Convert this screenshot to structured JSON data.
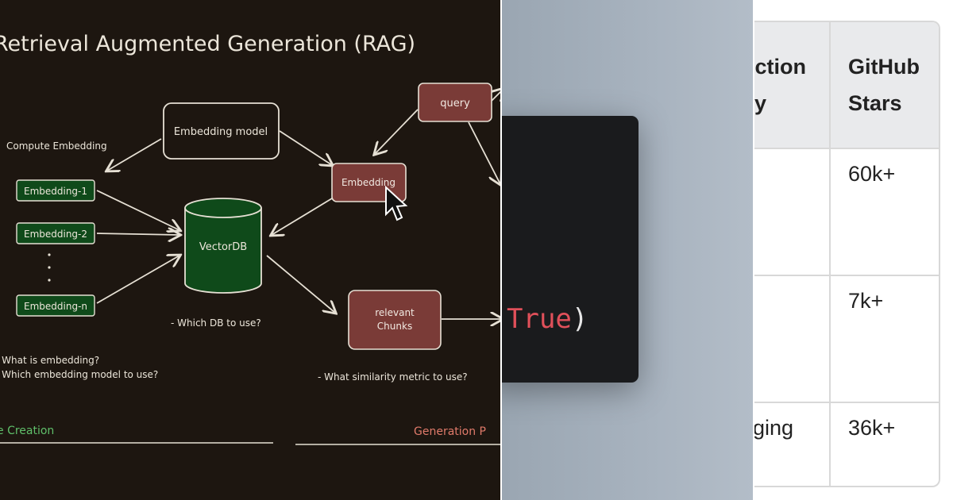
{
  "diagram": {
    "title": "Retrieval Augmented Generation (RAG)",
    "nodes": {
      "query": "query",
      "embedding_model": "Embedding model",
      "embedding": "Embedding",
      "embedding_1": "Embedding-1",
      "embedding_2": "Embedding-2",
      "embedding_n": "Embedding-n",
      "vectordb": "VectorDB",
      "relevant_chunks_line1": "relevant",
      "relevant_chunks_line2": "Chunks"
    },
    "labels": {
      "compute_embedding": "Compute Embedding",
      "which_db": "- Which DB to use?",
      "what_is_embedding": "- What is embedding?",
      "which_model": "- Which embedding model to use?",
      "similarity_metric": "- What similarity metric to use?",
      "creation_section": "e Creation",
      "generation_section": "Generation P"
    },
    "colors": {
      "background": "#1d1610",
      "green_node": "#0f4a1a",
      "red_node": "#7a3b37",
      "line": "#e6e0d4",
      "section_green": "#5fbf6a",
      "section_red": "#e07a6a"
    }
  },
  "code": {
    "token_true": "True",
    "token_paren": ")"
  },
  "table": {
    "headers": {
      "col1_line1": "uction",
      "col1_line2": "y",
      "col2_line1": "GitHub",
      "col2_line2": "Stars"
    },
    "rows": [
      {
        "col1": "",
        "stars": "60k+"
      },
      {
        "col1": "",
        "stars": "7k+"
      },
      {
        "col1": "ging",
        "stars": "36k+"
      }
    ]
  }
}
